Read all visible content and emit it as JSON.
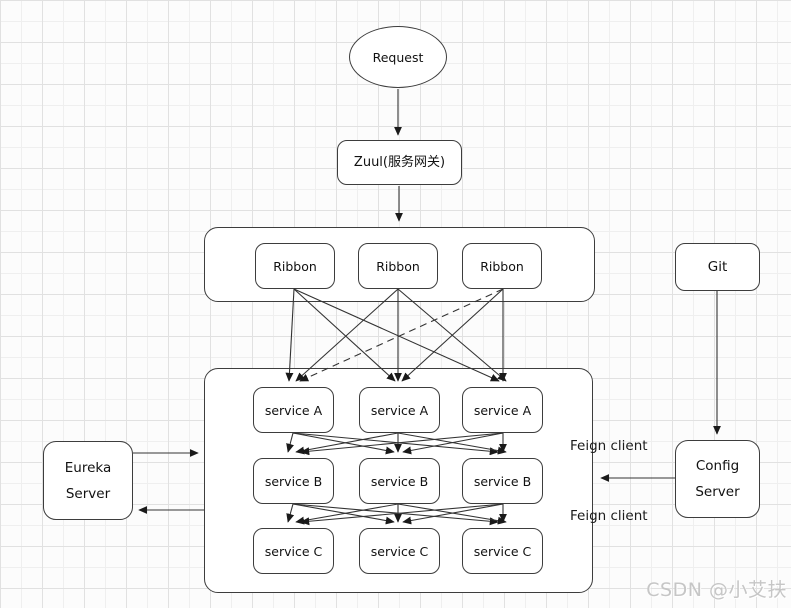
{
  "diagram": {
    "nodes": {
      "request": {
        "label": "Request",
        "shape": "ellipse"
      },
      "zuul": {
        "label": "Zuul(服务网关)"
      },
      "ribbons": [
        {
          "label": "Ribbon"
        },
        {
          "label": "Ribbon"
        },
        {
          "label": "Ribbon"
        }
      ],
      "services": {
        "row_a": [
          {
            "label": "service A"
          },
          {
            "label": "service A"
          },
          {
            "label": "service A"
          }
        ],
        "row_b": [
          {
            "label": "service B"
          },
          {
            "label": "service B"
          },
          {
            "label": "service B"
          }
        ],
        "row_c": [
          {
            "label": "service C"
          },
          {
            "label": "service C"
          },
          {
            "label": "service C"
          }
        ]
      },
      "eureka": {
        "label_line1": "Eureka",
        "label_line2": "Server"
      },
      "git": {
        "label": "Git"
      },
      "config": {
        "label_line1": "Config",
        "label_line2": "Server"
      }
    },
    "labels": {
      "feign_top": "Feign client",
      "feign_bottom": "Feign client"
    },
    "edges": [
      "request -> zuul",
      "zuul -> ribbon-group",
      "ribbon-1 -> service-a-1",
      "ribbon-1 -> service-a-2",
      "ribbon-1 -> service-a-3",
      "ribbon-2 -> service-a-1",
      "ribbon-2 -> service-a-2",
      "ribbon-2 -> service-a-3",
      "ribbon-3 -> service-a-1 (dashed)",
      "ribbon-3 -> service-a-2",
      "ribbon-3 -> service-a-3",
      "service-a-1 -> service-b-1",
      "service-a-1 -> service-b-2",
      "service-a-1 -> service-b-3",
      "service-a-2 -> service-b-1",
      "service-a-2 -> service-b-2",
      "service-a-2 -> service-b-3",
      "service-a-3 -> service-b-1",
      "service-a-3 -> service-b-2",
      "service-a-3 -> service-b-3",
      "service-b-1 -> service-c-1",
      "service-b-1 -> service-c-2",
      "service-b-1 -> service-c-3",
      "service-b-2 -> service-c-1",
      "service-b-2 -> service-c-2",
      "service-b-2 -> service-c-3",
      "service-b-3 -> service-c-1",
      "service-b-3 -> service-c-2",
      "service-b-3 -> service-c-3",
      "eureka-server -> service-group",
      "service-group -> eureka-server",
      "git -> config-server",
      "config-server -> service-group"
    ],
    "colors": {
      "stroke": "#333333",
      "node_border": "#3d3d3d",
      "node_fill": "#ffffff",
      "grid_minor": "#efefef",
      "grid_major": "#e1e1e1",
      "text": "#111111",
      "watermark": "#c6c6c6"
    }
  },
  "watermark": {
    "text": "CSDN @小艾扶"
  }
}
